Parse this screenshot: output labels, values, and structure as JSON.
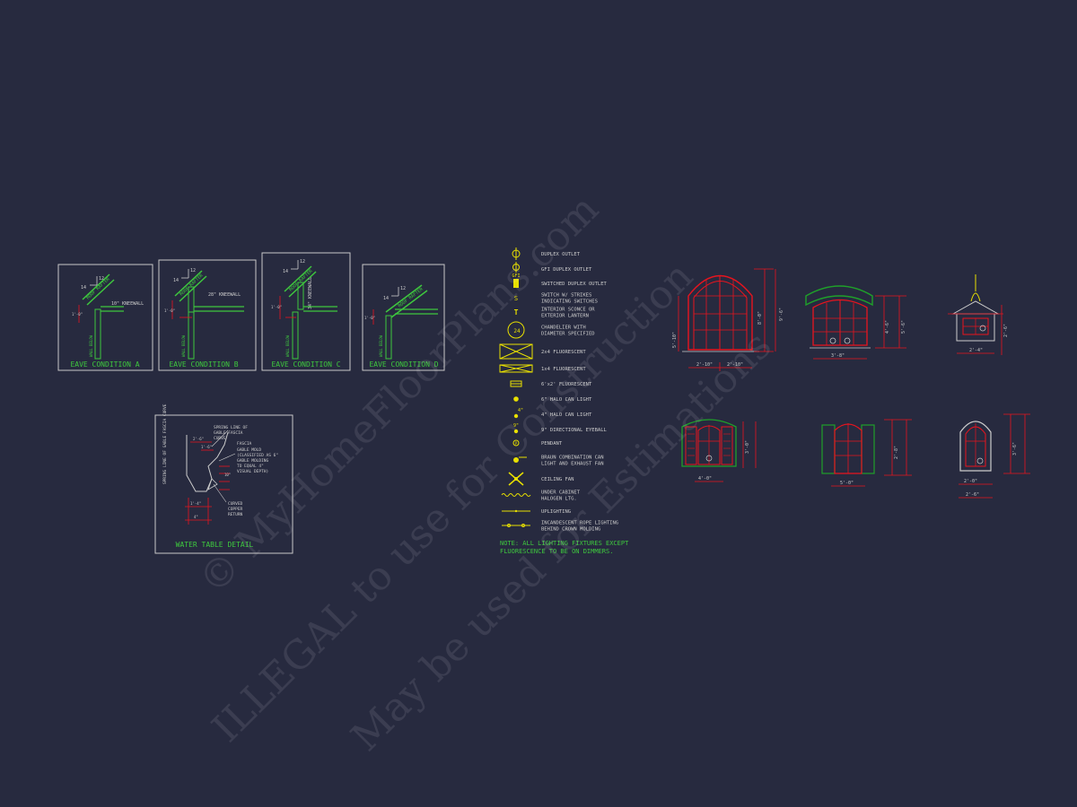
{
  "eave_details": [
    {
      "title": "EAVE CONDITION A",
      "pitch_rise": "12",
      "pitch_run": "14",
      "rafter_label": "ROOF RAFTER",
      "kneewall_label": "10\" KNEEWALL",
      "wall_label": "WALL BELOW",
      "dim": "1'-0\""
    },
    {
      "title": "EAVE CONDITION B",
      "pitch_rise": "12",
      "pitch_run": "14",
      "rafter_label": "ROOF RAFTER",
      "kneewall_label": "28\" KNEEWALL",
      "wall_label": "WALL BELOW",
      "dim": "1'-0\""
    },
    {
      "title": "EAVE CONDITION C",
      "pitch_rise": "12",
      "pitch_run": "14",
      "rafter_label": "ROOF RAFTER",
      "kneewall_label": "34\" KNEEWALL",
      "wall_label": "WALL BELOW",
      "dim": "1'-0\""
    },
    {
      "title": "EAVE CONDITION D",
      "pitch_rise": "12",
      "pitch_run": "14",
      "rafter_label": "ROOF RAFTER",
      "kneewall_label": "",
      "wall_label": "WALL BELOW",
      "dim": "1'-0\""
    }
  ],
  "water_table": {
    "title": "WATER TABLE DETAIL",
    "side_label": "SPRING LINE OF GABLE FASCIA CURVE",
    "notes": [
      "SPRING LINE OF",
      "GABLE FASCIA",
      "CURVE",
      "FASCIA",
      "GABLE MOLD",
      "(CLASSIFIED AS 6\"",
      "GABLE MOLDING",
      "TO EQUAL 4\"",
      "VISUAL DEPTH)",
      "CURVED",
      "COPPER",
      "RETURN"
    ],
    "dims": [
      "2'-6\"",
      "1'-6\"",
      "10\"",
      "1'-4\"",
      "4\""
    ]
  },
  "legend": {
    "items": [
      {
        "symbol": "duplex",
        "label": "DUPLEX OUTLET"
      },
      {
        "symbol": "gfi",
        "label": "GFI DUPLEX OUTLET"
      },
      {
        "symbol": "switched",
        "label": "SWITCHED DUPLEX OUTLET"
      },
      {
        "symbol": "switch",
        "label": "SWITCH W/ STRIKES\nINDICATING SWITCHES"
      },
      {
        "symbol": "sconce",
        "label": "INTERIOR SCONCE OR\nEXTERIOR LANTERN"
      },
      {
        "symbol": "chandelier",
        "label": "CHANDELIER WITH\nDIAMETER SPECIFIED"
      },
      {
        "symbol": "fluor-2x4",
        "label": "2x4 FLUORESCENT"
      },
      {
        "symbol": "fluor-1x4",
        "label": "1x4 FLUORESCENT"
      },
      {
        "symbol": "fluor-6x2",
        "label": "6'x2' FLUORESCENT"
      },
      {
        "symbol": "can6",
        "label": "6\" HALO CAN LIGHT"
      },
      {
        "symbol": "can4",
        "label": "4\" HALO CAN LIGHT"
      },
      {
        "symbol": "eyeball",
        "label": "9\" DIRECTIONAL EYEBALL"
      },
      {
        "symbol": "pendant",
        "label": "PENDANT"
      },
      {
        "symbol": "fanlight",
        "label": "BRAUN COMBINATION CAN\nLIGHT AND EXHAUST FAN"
      },
      {
        "symbol": "ceilingfan",
        "label": "CEILING FAN"
      },
      {
        "symbol": "undercab",
        "label": "UNDER CABINET\nHALOGEN LTG."
      },
      {
        "symbol": "uplight",
        "label": "UPLIGHTING"
      },
      {
        "symbol": "rope",
        "label": "INCANDESCENT ROPE LIGHTING\nBEHIND CROWN MOLDING"
      }
    ],
    "symbol_texts": {
      "gfi": "GFI",
      "switch": "S",
      "sconce": "T",
      "chandelier": "24",
      "can4": "4\"",
      "eyeball": "9\"",
      "pendant": "P"
    },
    "note": "NOTE: ALL LIGHTING FIXTURES EXCEPT\nFLUORESCENCE TO BE ON DIMMERS."
  },
  "elevations": {
    "door_dims": [
      "2'-10\"",
      "2'-10\"",
      "8'-0\"",
      "9'-6\"",
      "5'-10\""
    ],
    "window_dims": [
      "3'-8\"",
      "4'-6\"",
      "5'-6\"",
      "2'-4\"",
      "2'-6\"",
      "4'-0\"",
      "3'-0\"",
      "5'-0\"",
      "2'-8\"",
      "2'-0\"",
      "2'-6\"",
      "3'-6\""
    ]
  },
  "watermark": {
    "line1": "© MyHomeFloorPlans.com",
    "line2": "ILLEGAL to use for Construction",
    "line3": "May be used for Estimations"
  },
  "colors": {
    "background": "#272a3f",
    "frame": "#c8c8c8",
    "label_green": "#3ec83e",
    "symbol_yellow": "#e8e000",
    "dim_red": "#e8141e",
    "window_green": "#1fa02a",
    "watermark": "#ffffff"
  }
}
